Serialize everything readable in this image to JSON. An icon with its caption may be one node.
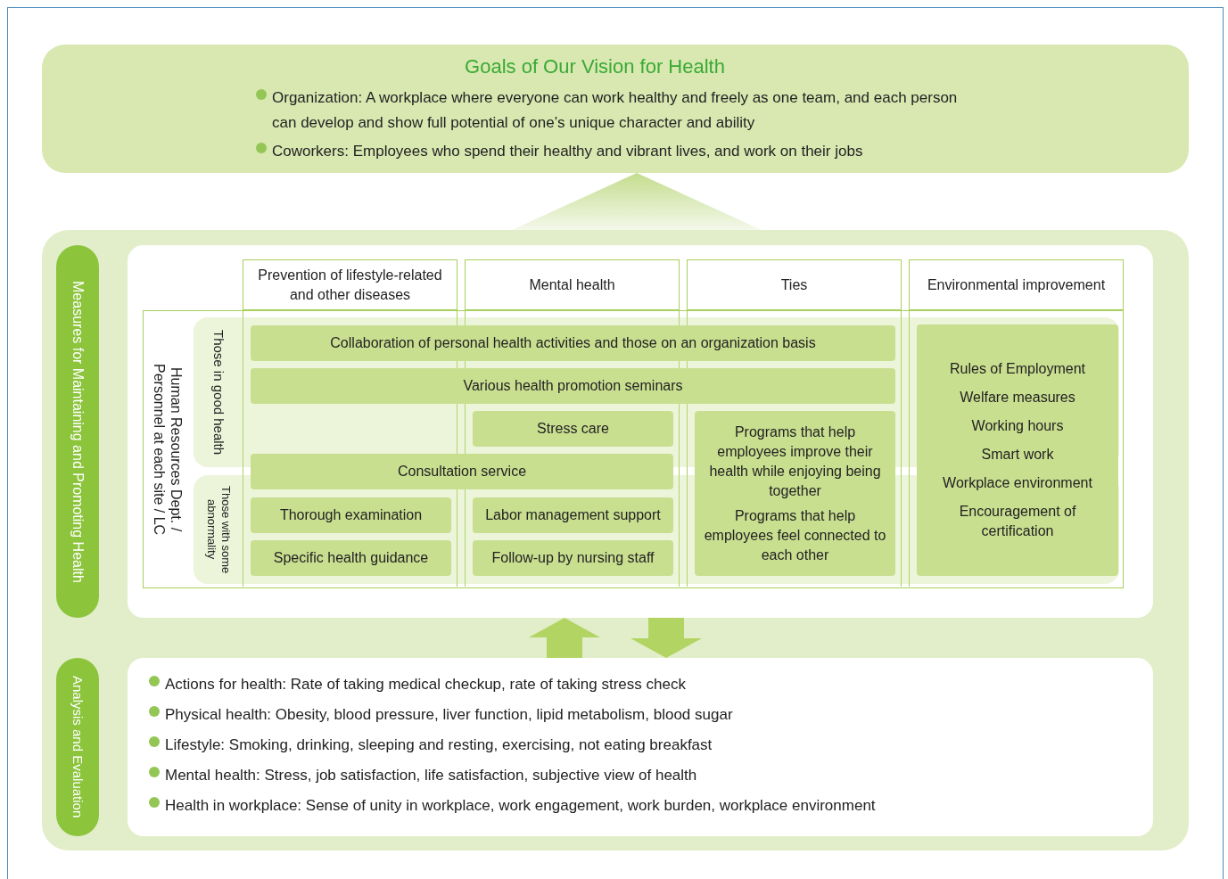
{
  "diagram": {
    "nodes": [
      {
        "text": [
          "Goals of Our Vision for Health",
          "Organization: A workplace where everyone can work healthy and freely as one team, and each person can develop and show full potential of one’s unique character and ability",
          "Coworkers: Employees who spend their healthy and vibrant lives, and work on their jobs"
        ]
      },
      {
        "text": [],
        "shape": "box"
      },
      {
        "text": [
          "Measures for Maintaining and Promoting Health"
        ],
        "in": 1
      },
      {
        "text": [],
        "shape": "box",
        "in": 1
      },
      {
        "text": [
          "Analysis and Evaluation"
        ],
        "in": 1
      },
      {
        "text": [
          "Actions for health: Rate of taking medical checkup, rate of taking stress check",
          "Physical health: Obesity, blood pressure, liver function, lipid metabolism, blood sugar",
          "Lifestyle: Smoking, drinking, sleeping and resting, exercising, not eating breakfast",
          "Mental health: Stress, job satisfaction, life satisfaction, subjective view of health",
          "Health in workplace: Sense of unity in workplace, work engagement, work burden, workplace environment"
        ],
        "in": 1
      },
      {
        "text": [
          "Prevention of lifestyle-related and other diseases"
        ],
        "in": 3
      },
      {
        "text": [
          "Mental health"
        ],
        "in": 3
      },
      {
        "text": [
          "Ties"
        ],
        "in": 3
      },
      {
        "text": [
          "Environmental improvement"
        ],
        "in": 3
      },
      {
        "text": [
          "Human Resources Dept. / Personnel at each site / LC"
        ],
        "in": 3
      },
      {
        "text": [
          "Those in good health"
        ],
        "in": 10
      },
      {
        "text": [
          "Those with some abnormality"
        ],
        "in": 10
      },
      {
        "text": [
          "Collaboration of personal health activities and those on an organization basis"
        ],
        "in": 11
      },
      {
        "text": [
          "Various health promotion seminars"
        ],
        "in": 11
      },
      {
        "text": [
          "Stress care"
        ],
        "in": 11
      },
      {
        "text": [
          "Consultation service"
        ],
        "in": 10
      },
      {
        "text": [
          "Thorough examination"
        ],
        "in": 12
      },
      {
        "text": [
          "Specific health guidance"
        ],
        "in": 12
      },
      {
        "text": [
          "Labor management support"
        ],
        "in": 12
      },
      {
        "text": [
          "Follow-up by nursing staff"
        ],
        "in": 12
      },
      {
        "text": [
          "Programs that help employees improve their health while enjoying being together",
          "Programs that help employees feel connected to each other"
        ],
        "in": 10
      },
      {
        "text": [
          "Rules of Employment",
          "Welfare measures",
          "Working hours",
          "Smart work",
          "Workplace environment",
          "Encouragement of certification"
        ],
        "in": 10
      }
    ],
    "edges": [
      {
        "from": 1,
        "to": 0,
        "arrow": "to"
      },
      {
        "from": 5,
        "to": 3,
        "arrow": "to"
      },
      {
        "from": 3,
        "to": 5,
        "arrow": "to"
      }
    ]
  }
}
